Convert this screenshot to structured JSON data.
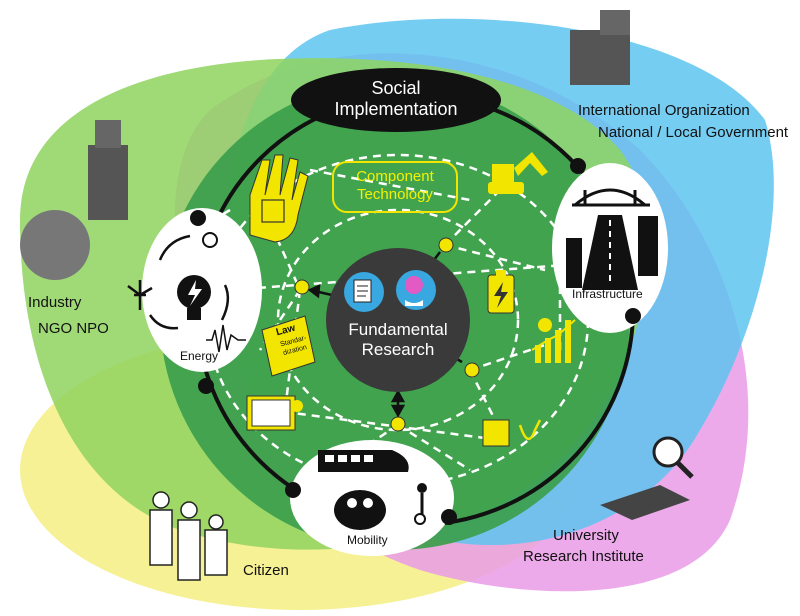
{
  "center": {
    "title_line1": "Fundamental",
    "title_line2": "Research"
  },
  "social": {
    "line1": "Social",
    "line2": "Implementation"
  },
  "component": {
    "line1": "Component",
    "line2": "Technology"
  },
  "nodes": {
    "energy": "Energy",
    "infrastructure": "Infrastructure",
    "mobility": "Mobility"
  },
  "stakeholders": {
    "international": "International Organization",
    "government": "National / Local Government",
    "industry": "Industry",
    "ngo": "NGO NPO",
    "citizen": "Citizen",
    "university": "University",
    "research_institute": "Research Institute"
  },
  "tech_items": {
    "law_title": "Law",
    "law_sub1": "Standar-",
    "law_sub2": "dization"
  },
  "colors": {
    "green_region": "#8fd35f",
    "blue_region": "#5ec4f0",
    "pink_region": "#e99be8",
    "yellow_region": "#f5f08a",
    "dark_green": "#3c9e4c",
    "accent_yellow": "#f2e600",
    "center_circle": "#3a3a3a"
  }
}
